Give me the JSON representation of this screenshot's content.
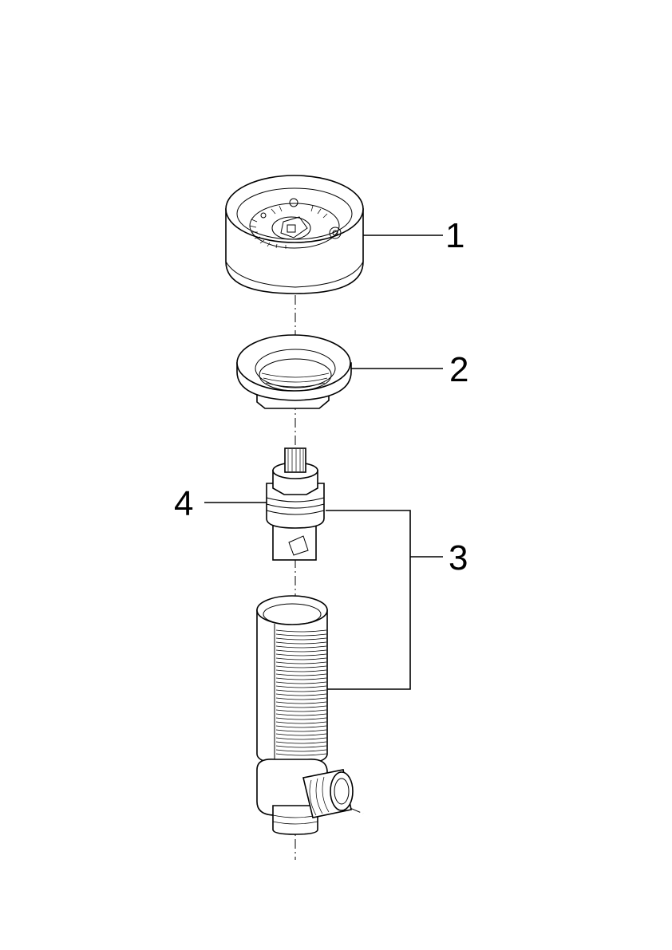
{
  "diagram": {
    "type": "exploded-parts-drawing",
    "line_color": "#000000",
    "background": "#ffffff",
    "callouts": [
      {
        "id": "1",
        "label": "1",
        "part": "handle"
      },
      {
        "id": "2",
        "label": "2",
        "part": "rosette"
      },
      {
        "id": "3",
        "label": "3",
        "part": "valve-body-assembly"
      },
      {
        "id": "4",
        "label": "4",
        "part": "cartridge"
      }
    ]
  }
}
